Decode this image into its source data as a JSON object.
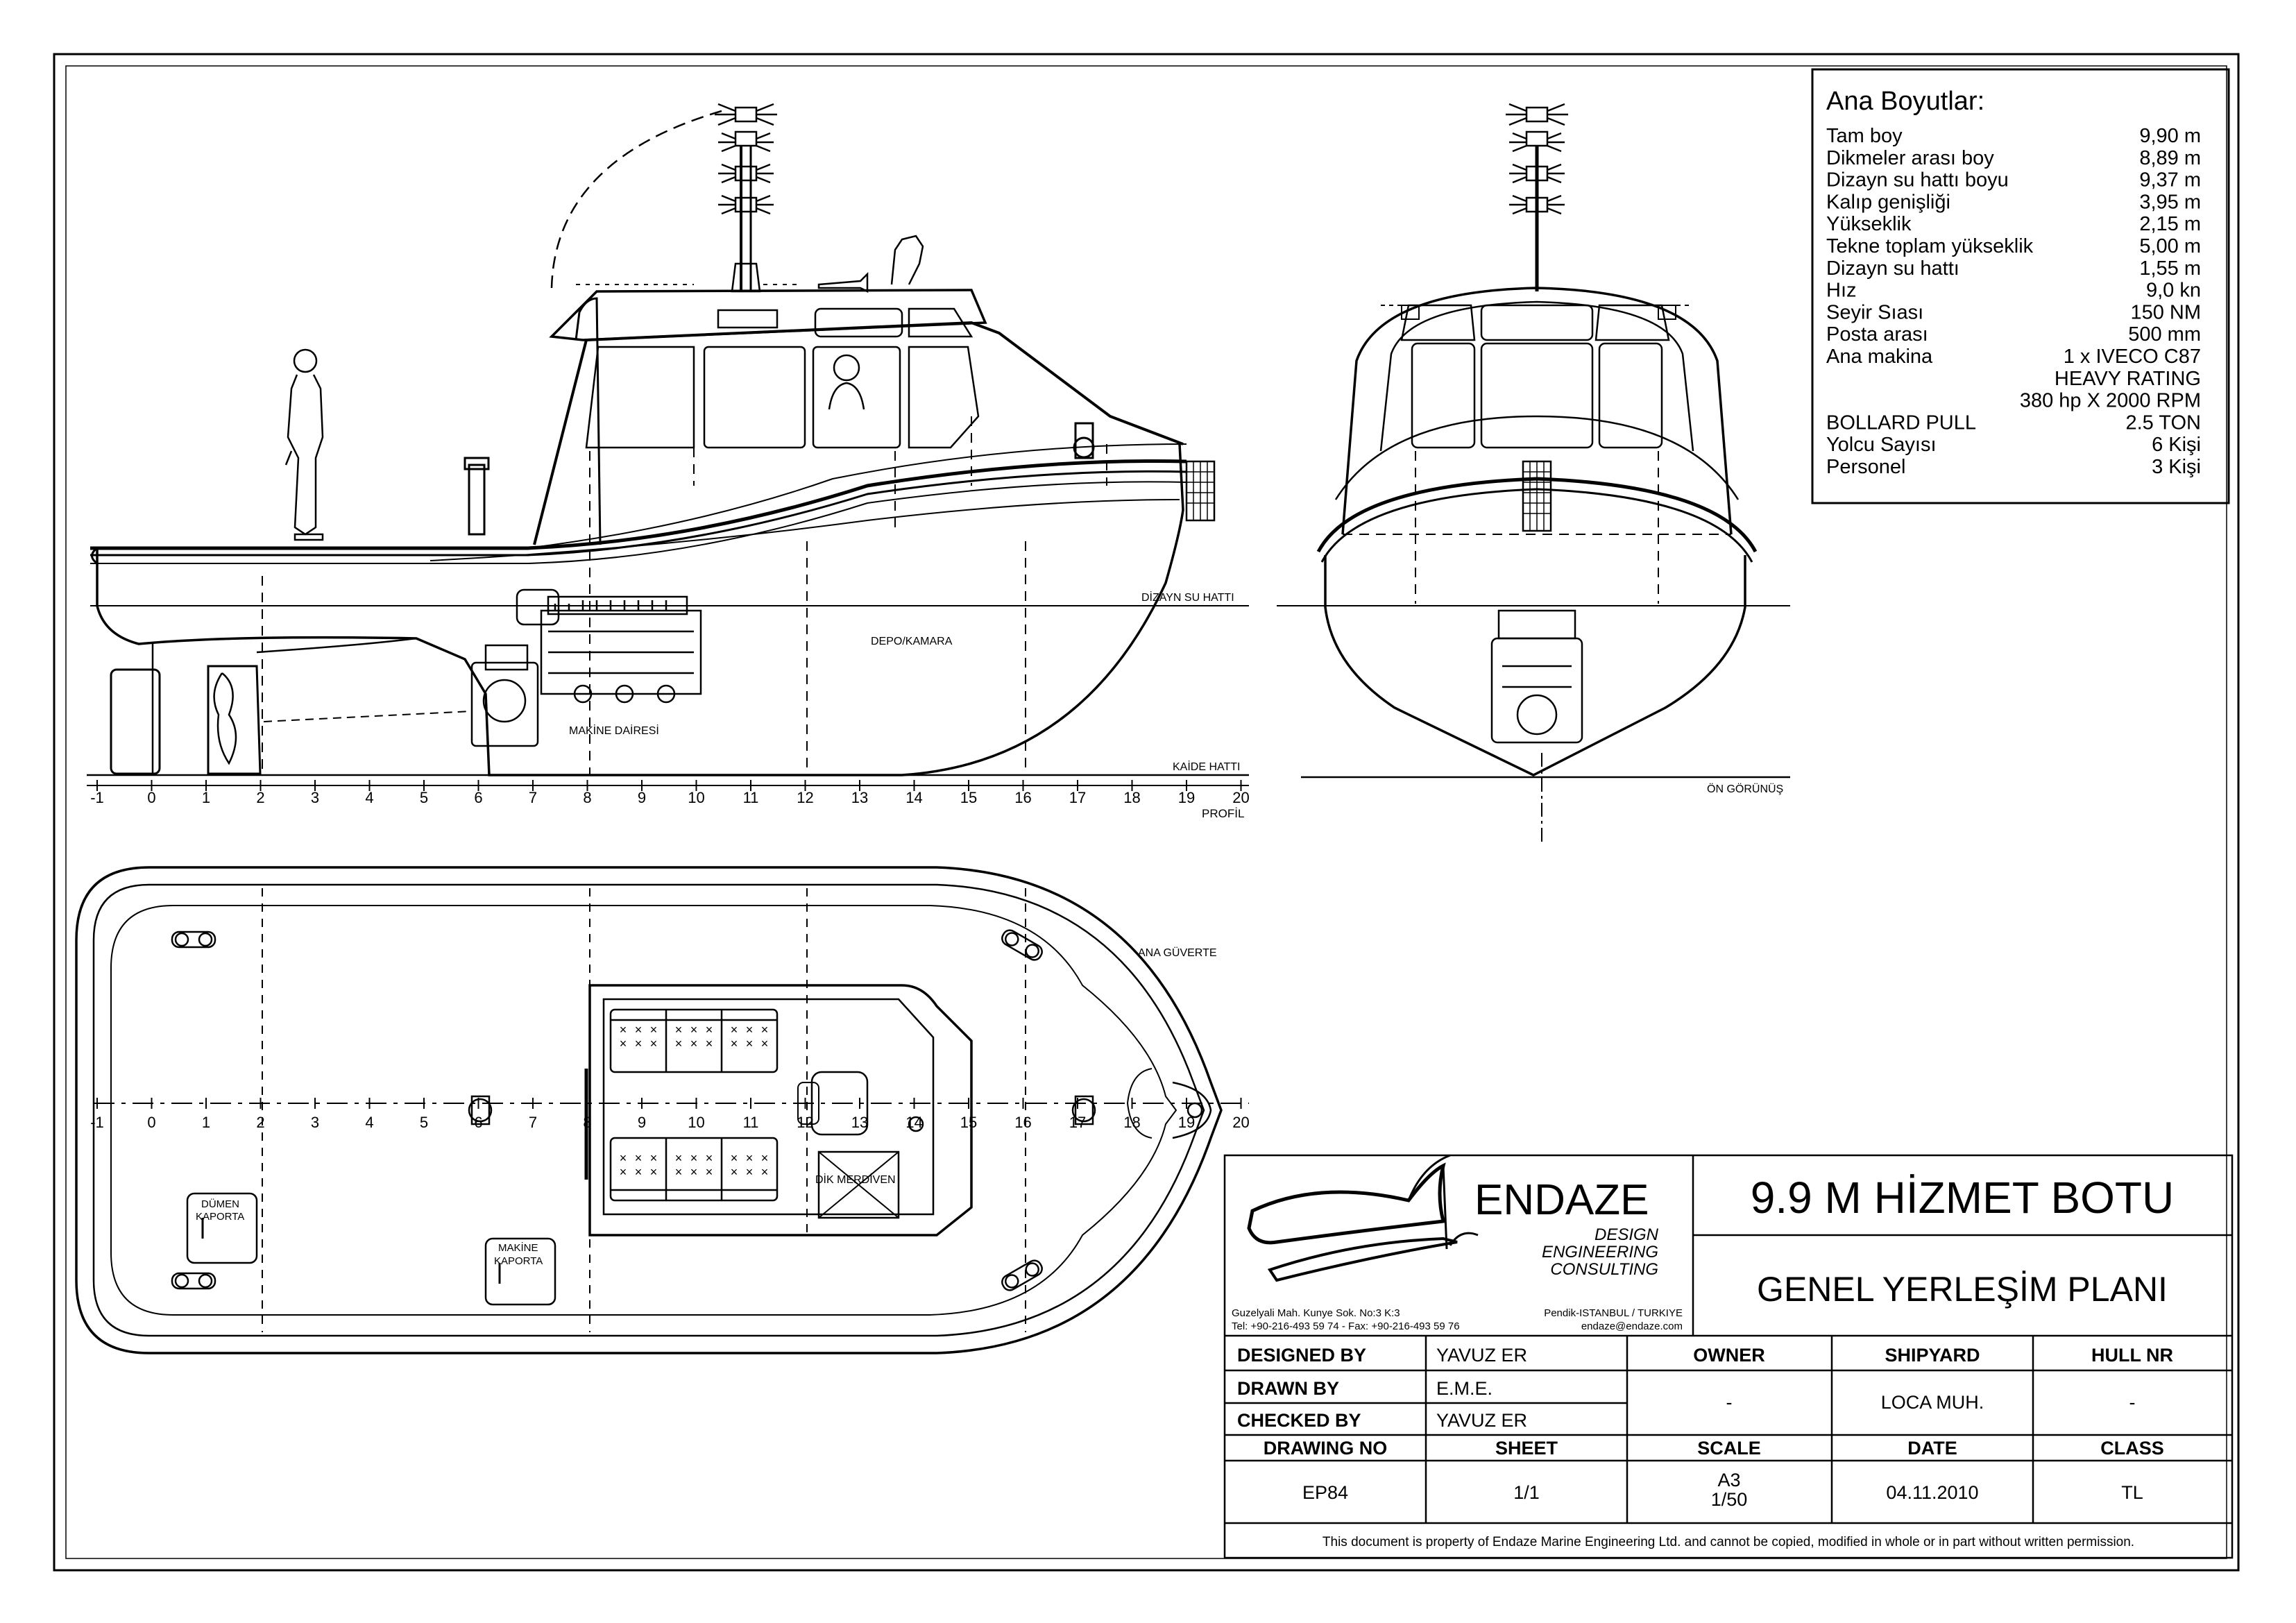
{
  "drawing": {
    "profile_label": "PROFİL",
    "front_label": "ÖN GÖRÜNÜŞ",
    "deck_label": "ANA GÜVERTE",
    "dwl_label": "DİZAYN SU HATTI",
    "base_label": "KAİDE HATTI",
    "store_label": "DEPO/KAMARA",
    "engine_room_label": "MAKİNE DAİRESİ",
    "ladder_label": "DİK MERDİVEN",
    "rudder_hatch_l1": "DÜMEN",
    "rudder_hatch_l2": "KAPORTA",
    "engine_hatch_l1": "MAKİNE",
    "engine_hatch_l2": "KAPORTA",
    "frame_numbers": [
      "-1",
      "0",
      "1",
      "2",
      "3",
      "4",
      "5",
      "6",
      "7",
      "8",
      "9",
      "10",
      "11",
      "12",
      "13",
      "14",
      "15",
      "16",
      "17",
      "18",
      "19",
      "20"
    ]
  },
  "dimensions": {
    "title": "Ana Boyutlar:",
    "rows": [
      {
        "label": "Tam boy",
        "value": "9,90 m"
      },
      {
        "label": "Dikmeler arası boy",
        "value": "8,89 m"
      },
      {
        "label": "Dizayn su hattı boyu",
        "value": "9,37 m"
      },
      {
        "label": "Kalıp genişliği",
        "value": "3,95 m"
      },
      {
        "label": "Yükseklik",
        "value": "2,15 m"
      },
      {
        "label": "Tekne toplam yükseklik",
        "value": "5,00 m"
      },
      {
        "label": "Dizayn su hattı",
        "value": "1,55 m"
      },
      {
        "label": "Hız",
        "value": "9,0 kn"
      },
      {
        "label": "Seyir Sıası",
        "value": "150 NM"
      },
      {
        "label": "Posta arası",
        "value": "500 mm"
      },
      {
        "label": "Ana makina",
        "value": "1 x IVECO C87"
      },
      {
        "label": "",
        "value": "HEAVY RATING"
      },
      {
        "label": "",
        "value": "380 hp X 2000 RPM"
      },
      {
        "label": "BOLLARD PULL",
        "value": "2.5 TON"
      },
      {
        "label": "Yolcu Sayısı",
        "value": "6 Kişi"
      },
      {
        "label": "Personel",
        "value": "3 Kişi"
      }
    ]
  },
  "titleblock": {
    "company": "ENDAZE",
    "tagline": [
      "DESIGN",
      "ENGINEERING",
      "CONSULTING"
    ],
    "address_left_1": "Guzelyali Mah. Kunye Sok. No:3 K:3",
    "address_left_2": "Tel: +90-216-493 59 74 - Fax: +90-216-493 59 76",
    "address_right_1": "Pendik-ISTANBUL / TURKIYE",
    "address_right_2": "endaze@endaze.com",
    "project_title": "9.9 M HİZMET BOTU",
    "drawing_title": "GENEL YERLEŞİM PLANI",
    "designed_by_label": "DESIGNED BY",
    "designed_by": "YAVUZ ER",
    "drawn_by_label": "DRAWN BY",
    "drawn_by": "E.M.E.",
    "checked_by_label": "CHECKED BY",
    "checked_by": "YAVUZ ER",
    "owner_label": "OWNER",
    "owner": "-",
    "shipyard_label": "SHIPYARD",
    "shipyard": "LOCA MUH.",
    "hull_nr_label": "HULL NR",
    "hull_nr": "-",
    "drawing_no_label": "DRAWING NO",
    "drawing_no": "EP84",
    "sheet_label": "SHEET",
    "sheet": "1/1",
    "scale_label": "SCALE",
    "scale_1": "A3",
    "scale_2": "1/50",
    "date_label": "DATE",
    "date": "04.11.2010",
    "class_label": "CLASS",
    "class": "TL",
    "footer": "This document is property of  Endaze Marine Engineering Ltd. and cannot be copied, modified in whole or in part without written permission."
  }
}
